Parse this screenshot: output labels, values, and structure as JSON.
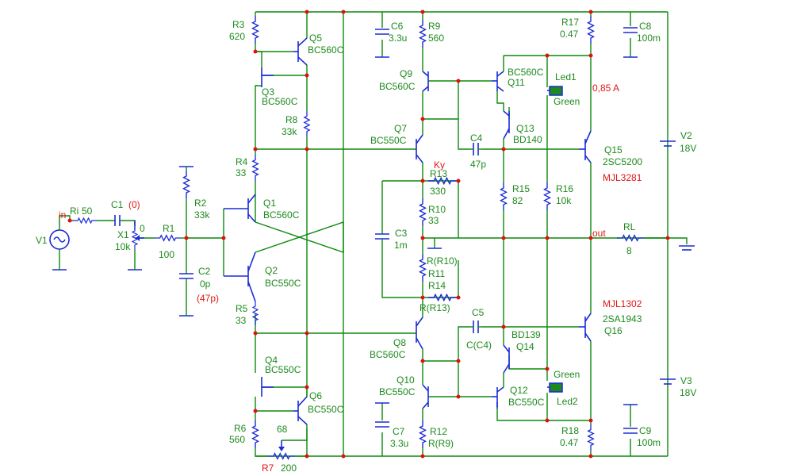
{
  "colors": {
    "wire": "#0b8a0b",
    "component": "#1a2bd6",
    "node": "#e01010",
    "label": "#1d8a1d",
    "annotation": "#e01818",
    "led": "#1e8a1e"
  },
  "source": {
    "name": "V1",
    "in_label": "in",
    "ri": "Ri",
    "ri_value": "50"
  },
  "coupling": {
    "c1": "C1",
    "c1_note": "(0)",
    "x1": "X1",
    "x1_value": "10k",
    "x1_pos": "0"
  },
  "r1": {
    "name": "R1",
    "value": "100"
  },
  "r2": {
    "name": "R2",
    "value": "33k"
  },
  "c2": {
    "name": "C2",
    "value": "0p",
    "note": "(47p)"
  },
  "r3": {
    "name": "R3",
    "value": "620"
  },
  "q5": {
    "name": "Q5",
    "type": "BC560C"
  },
  "q3": {
    "name": "Q3",
    "type": "BC560C"
  },
  "r8": {
    "name": "R8",
    "value": "33k"
  },
  "r4": {
    "name": "R4",
    "value": "33"
  },
  "q1": {
    "name": "Q1",
    "type": "BC560C"
  },
  "q2": {
    "name": "Q2",
    "type": "BC550C"
  },
  "r5": {
    "name": "R5",
    "value": "33"
  },
  "q4": {
    "name": "Q4",
    "type": "BC550C"
  },
  "q6": {
    "name": "Q6",
    "type": "BC550C"
  },
  "r6": {
    "name": "R6",
    "value": "560"
  },
  "r7": {
    "name": "R7",
    "value": "200",
    "wiper": "68"
  },
  "c6": {
    "name": "C6",
    "value": "3.3u"
  },
  "r9": {
    "name": "R9",
    "value": "560"
  },
  "q9": {
    "name": "Q9",
    "type": "BC560C"
  },
  "q11": {
    "name": "Q11",
    "type": "BC560C"
  },
  "q7": {
    "name": "Q7",
    "type": "BC550C"
  },
  "q13": {
    "name": "Q13",
    "type": "BD140"
  },
  "c4": {
    "name": "C4",
    "value": "47p"
  },
  "ky": "Ky",
  "r13": {
    "name": "R13",
    "value": "330"
  },
  "r10": {
    "name": "R10",
    "value": "33"
  },
  "c3": {
    "name": "C3",
    "value": "1m"
  },
  "r11": {
    "name": "R11",
    "value": "R(R10)"
  },
  "r14": {
    "name": "R14",
    "value": "R(R13)"
  },
  "r15": {
    "name": "R15",
    "value": "82"
  },
  "r16": {
    "name": "R16",
    "value": "10k"
  },
  "c5": {
    "name": "C5",
    "value": "C(C4)"
  },
  "q8": {
    "name": "Q8",
    "type": "BC560C"
  },
  "q14": {
    "name": "Q14",
    "type": "BD139"
  },
  "q10": {
    "name": "Q10",
    "type": "BC550C"
  },
  "q12": {
    "name": "Q12",
    "type": "BC550C"
  },
  "c7": {
    "name": "C7",
    "value": "3.3u"
  },
  "r12": {
    "name": "R12",
    "value": "R(R9)"
  },
  "r17": {
    "name": "R17",
    "value": "0.47"
  },
  "c8": {
    "name": "C8",
    "value": "100m"
  },
  "led1": {
    "name": "Led1",
    "color": "Green"
  },
  "current": "0,85 A",
  "q15": {
    "name": "Q15",
    "type": "2SC5200",
    "alt": "MJL3281"
  },
  "v2": {
    "name": "V2",
    "value": "18V"
  },
  "out": "out",
  "rl": {
    "name": "RL",
    "value": "8"
  },
  "q16": {
    "name": "Q16",
    "type": "2SA1943",
    "alt": "MJL1302"
  },
  "led2": {
    "name": "Led2",
    "color": "Green"
  },
  "v3": {
    "name": "V3",
    "value": "18V"
  },
  "r18": {
    "name": "R18",
    "value": "0.47"
  },
  "c9": {
    "name": "C9",
    "value": "100m"
  }
}
